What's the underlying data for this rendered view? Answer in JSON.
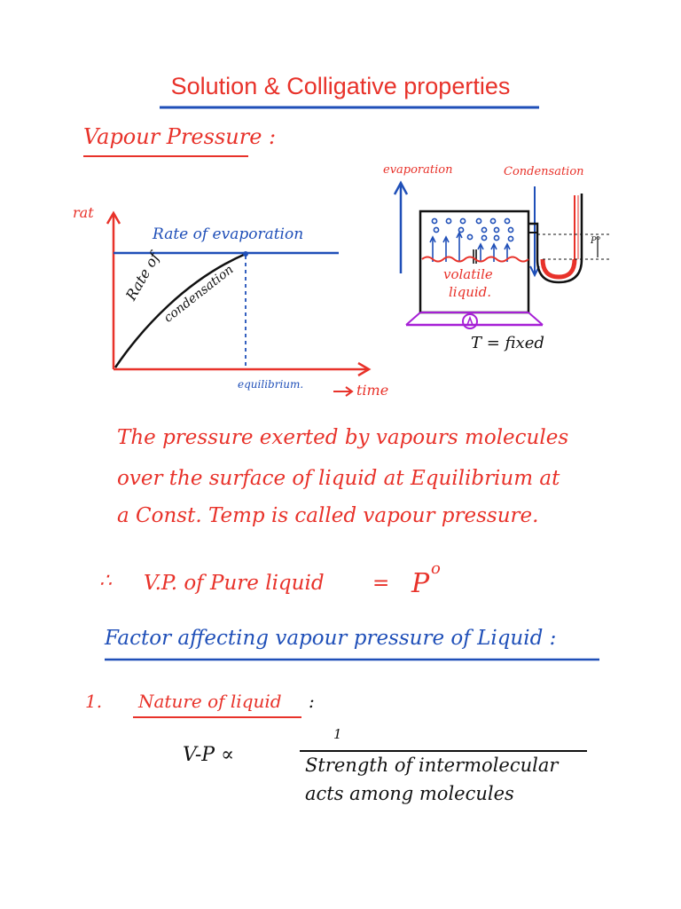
{
  "title": "Solution & Colligative properties",
  "section_heading": "Vapour Pressure :",
  "graph": {
    "y_axis_label": "rat",
    "x_axis_label": "time",
    "evaporation_label": "Rate of evaporation",
    "condensation_label_line1": "Rate of",
    "condensation_label_line2": "condensation",
    "equilibrium_label": "equilibrium.",
    "arrow_glyph": "→"
  },
  "apparatus": {
    "evaporation_label": "evaporation",
    "condensation_label": "Condensation",
    "liquid_label_line1": "volatile",
    "liquid_label_line2": "liquid.",
    "temperature_note": "T = fixed",
    "manometer_label": "P°"
  },
  "definition": {
    "line1": "The pressure exerted by vapours molecules",
    "line2": "over the surface of liquid at Equilibrium at",
    "line3": "a Const. Temp is called vapour pressure."
  },
  "formula": {
    "therefore": "∴",
    "text": "V.P. of Pure liquid",
    "equals": "=",
    "symbol": "P",
    "superscript": "o"
  },
  "factors_heading": "Factor affecting vapour pressure of Liquid :",
  "point1": {
    "number": "1.",
    "title": "Nature of liquid",
    "colon": ":"
  },
  "proportionality": {
    "lhs": "V-P ∝",
    "numerator": "1",
    "denominator_line1": "Strength of intermolecular",
    "denominator_line2": "acts among molecules"
  },
  "colors": {
    "red": "#e8322a",
    "blue": "#1f4fb8",
    "purple": "#a61fd6",
    "black": "#111111"
  }
}
